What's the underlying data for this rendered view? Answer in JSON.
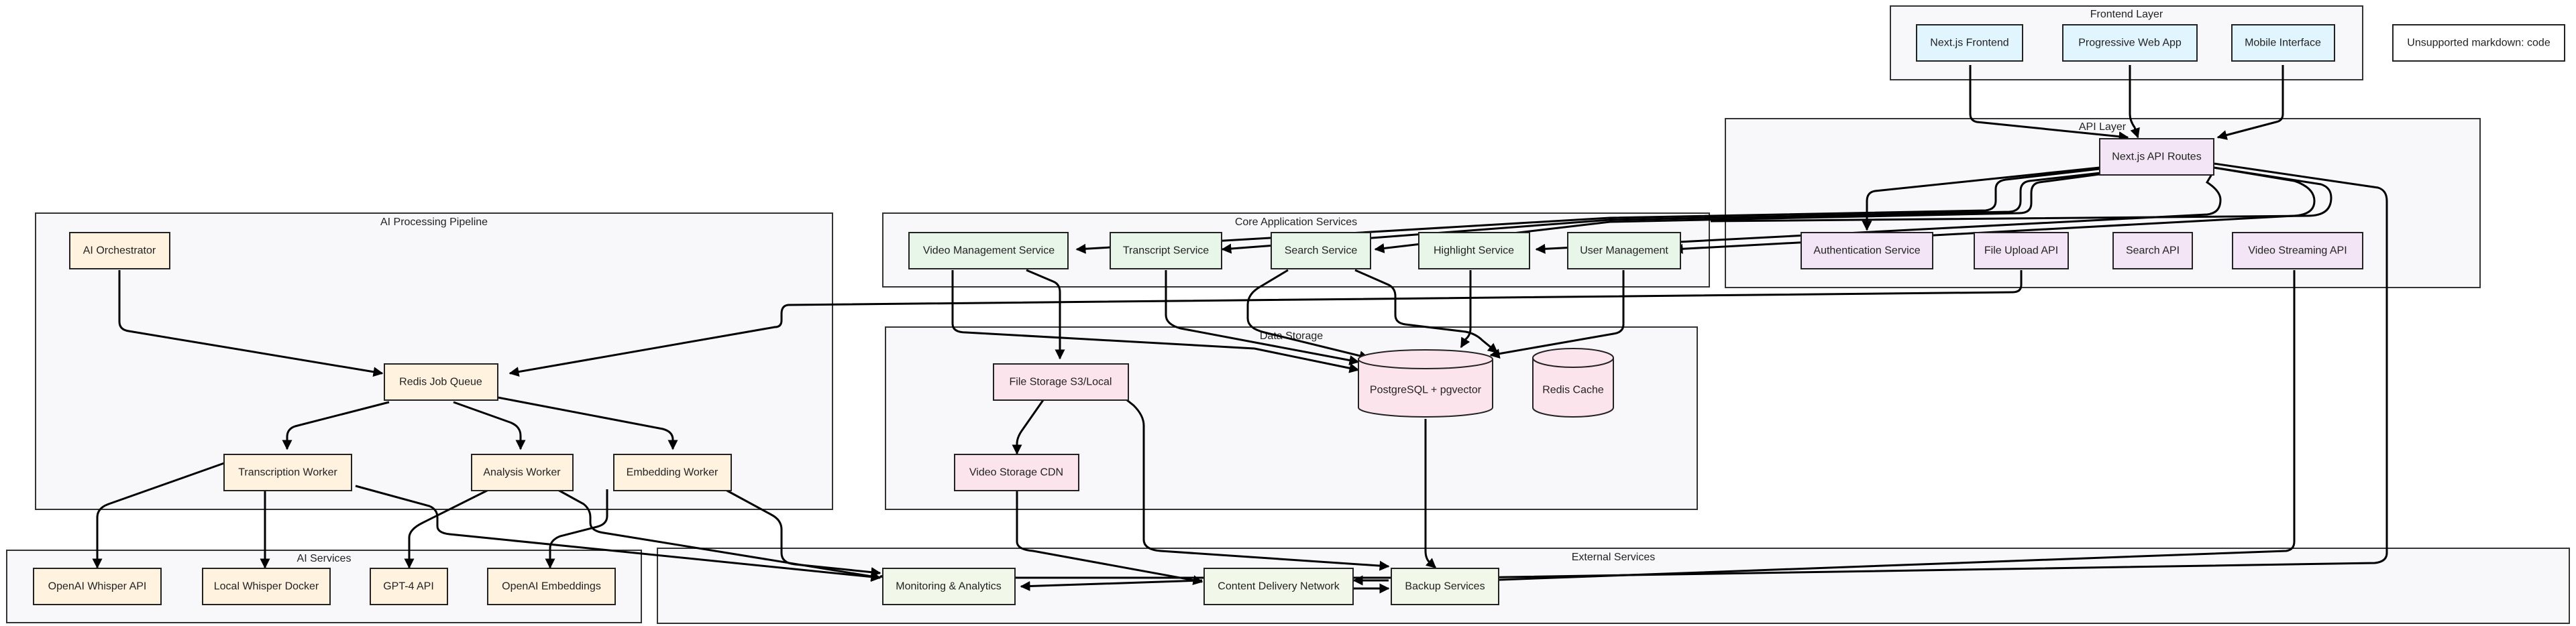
{
  "colors": {
    "frontend": "#e1f5fe",
    "api": "#f3e5f5",
    "core": "#e8f5e9",
    "storage": "#fce4ec",
    "ai": "#fff3e0",
    "external": "#f1f8e9",
    "cluster_bg": "#f8f8fb",
    "note_bg": "#ffffff"
  },
  "clusters": [
    {
      "id": "frontend",
      "title": "Frontend Layer"
    },
    {
      "id": "api",
      "title": "API Layer"
    },
    {
      "id": "ai_pipeline",
      "title": "AI Processing Pipeline"
    },
    {
      "id": "core",
      "title": "Core Application Services"
    },
    {
      "id": "storage",
      "title": "Data Storage"
    },
    {
      "id": "ai_services",
      "title": "AI Services"
    },
    {
      "id": "external",
      "title": "External Services"
    }
  ],
  "nodes": [
    {
      "id": "nextjs_frontend",
      "label": "Next.js Frontend",
      "style": "frontend",
      "shape": "rect"
    },
    {
      "id": "pwa",
      "label": "Progressive Web App",
      "style": "frontend",
      "shape": "rect"
    },
    {
      "id": "mobile",
      "label": "Mobile Interface",
      "style": "frontend",
      "shape": "rect"
    },
    {
      "id": "note",
      "label": "Unsupported markdown: code",
      "style": "note",
      "shape": "rect"
    },
    {
      "id": "api_routes",
      "label": "Next.js API Routes",
      "style": "api",
      "shape": "rect"
    },
    {
      "id": "auth",
      "label": "Authentication Service",
      "style": "api",
      "shape": "rect"
    },
    {
      "id": "upload",
      "label": "File Upload API",
      "style": "api",
      "shape": "rect"
    },
    {
      "id": "search_api",
      "label": "Search API",
      "style": "api",
      "shape": "rect"
    },
    {
      "id": "streaming",
      "label": "Video Streaming API",
      "style": "api",
      "shape": "rect"
    },
    {
      "id": "video_mgmt",
      "label": "Video Management Service",
      "style": "core",
      "shape": "rect"
    },
    {
      "id": "transcript",
      "label": "Transcript Service",
      "style": "core",
      "shape": "rect"
    },
    {
      "id": "search_svc",
      "label": "Search Service",
      "style": "core",
      "shape": "rect"
    },
    {
      "id": "highlight",
      "label": "Highlight Service",
      "style": "core",
      "shape": "rect"
    },
    {
      "id": "user_mgmt",
      "label": "User Management",
      "style": "core",
      "shape": "rect"
    },
    {
      "id": "ai_orch",
      "label": "AI Orchestrator",
      "style": "ai",
      "shape": "rect"
    },
    {
      "id": "redis_queue",
      "label": "Redis Job Queue",
      "style": "ai",
      "shape": "rect"
    },
    {
      "id": "trans_worker",
      "label": "Transcription Worker",
      "style": "ai",
      "shape": "rect"
    },
    {
      "id": "analysis_worker",
      "label": "Analysis Worker",
      "style": "ai",
      "shape": "rect"
    },
    {
      "id": "embed_worker",
      "label": "Embedding Worker",
      "style": "ai",
      "shape": "rect"
    },
    {
      "id": "file_storage",
      "label": "File Storage S3/Local",
      "style": "storage",
      "shape": "rect"
    },
    {
      "id": "postgres",
      "label": "PostgreSQL + pgvector",
      "style": "storage",
      "shape": "cylinder"
    },
    {
      "id": "redis_cache",
      "label": "Redis Cache",
      "style": "storage",
      "shape": "cylinder"
    },
    {
      "id": "video_cdn",
      "label": "Video Storage CDN",
      "style": "storage",
      "shape": "rect"
    },
    {
      "id": "whisper_api",
      "label": "OpenAI Whisper API",
      "style": "ai",
      "shape": "rect"
    },
    {
      "id": "local_whisper",
      "label": "Local Whisper Docker",
      "style": "ai",
      "shape": "rect"
    },
    {
      "id": "gpt4",
      "label": "GPT-4 API",
      "style": "ai",
      "shape": "rect"
    },
    {
      "id": "embeddings",
      "label": "OpenAI Embeddings",
      "style": "ai",
      "shape": "rect"
    },
    {
      "id": "monitoring",
      "label": "Monitoring & Analytics",
      "style": "external",
      "shape": "rect"
    },
    {
      "id": "cdn",
      "label": "Content Delivery Network",
      "style": "external",
      "shape": "rect"
    },
    {
      "id": "backup",
      "label": "Backup Services",
      "style": "external",
      "shape": "rect"
    }
  ],
  "edges": [
    {
      "from": "nextjs_frontend",
      "to": "api_routes"
    },
    {
      "from": "pwa",
      "to": "api_routes"
    },
    {
      "from": "mobile",
      "to": "api_routes"
    },
    {
      "from": "api_routes",
      "to": "auth"
    },
    {
      "from": "api_routes",
      "to": "video_mgmt"
    },
    {
      "from": "api_routes",
      "to": "transcript"
    },
    {
      "from": "api_routes",
      "to": "search_svc"
    },
    {
      "from": "api_routes",
      "to": "highlight"
    },
    {
      "from": "api_routes",
      "to": "user_mgmt"
    },
    {
      "from": "api_routes",
      "to": "monitoring"
    },
    {
      "from": "upload",
      "to": "redis_queue"
    },
    {
      "from": "streaming",
      "to": "cdn"
    },
    {
      "from": "video_mgmt",
      "to": "postgres"
    },
    {
      "from": "video_mgmt",
      "to": "file_storage"
    },
    {
      "from": "transcript",
      "to": "postgres"
    },
    {
      "from": "search_svc",
      "to": "postgres"
    },
    {
      "from": "search_svc",
      "to": "redis_cache"
    },
    {
      "from": "highlight",
      "to": "postgres"
    },
    {
      "from": "user_mgmt",
      "to": "postgres"
    },
    {
      "from": "ai_orch",
      "to": "redis_queue"
    },
    {
      "from": "redis_queue",
      "to": "trans_worker"
    },
    {
      "from": "redis_queue",
      "to": "analysis_worker"
    },
    {
      "from": "redis_queue",
      "to": "embed_worker"
    },
    {
      "from": "trans_worker",
      "to": "whisper_api"
    },
    {
      "from": "trans_worker",
      "to": "local_whisper"
    },
    {
      "from": "trans_worker",
      "to": "monitoring"
    },
    {
      "from": "analysis_worker",
      "to": "gpt4"
    },
    {
      "from": "analysis_worker",
      "to": "monitoring"
    },
    {
      "from": "embed_worker",
      "to": "embeddings"
    },
    {
      "from": "embed_worker",
      "to": "monitoring"
    },
    {
      "from": "file_storage",
      "to": "video_cdn"
    },
    {
      "from": "file_storage",
      "to": "backup"
    },
    {
      "from": "video_cdn",
      "to": "cdn"
    },
    {
      "from": "postgres",
      "to": "backup"
    },
    {
      "from": "cdn",
      "to": "monitoring"
    },
    {
      "from": "backup",
      "to": "cdn"
    }
  ]
}
